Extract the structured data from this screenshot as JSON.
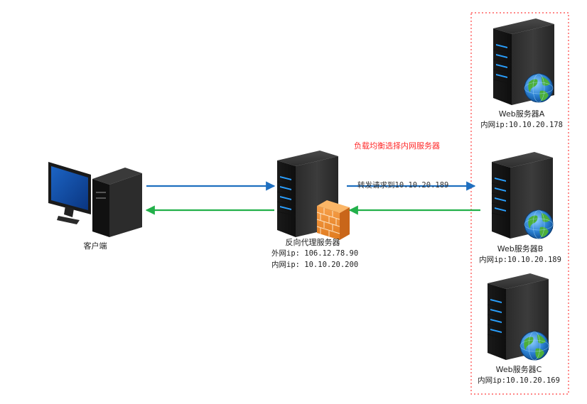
{
  "client": {
    "label": "客户端"
  },
  "proxy": {
    "title": "反向代理服务器",
    "external_ip": "外网ip: 106.12.78.90",
    "internal_ip": "内网ip: 10.10.20.200"
  },
  "annotations": {
    "load_balance": "负载均衡选择内网服务器",
    "forward": "转发请求到10.10.20.189"
  },
  "servers": [
    {
      "name": "Web服务器A",
      "ip": "内网ip:10.10.20.178"
    },
    {
      "name": "Web服务器B",
      "ip": "内网ip:10.10.20.189"
    },
    {
      "name": "Web服务器C",
      "ip": "内网ip:10.10.20.169"
    }
  ],
  "colors": {
    "request_arrow": "#1f6fbf",
    "response_arrow": "#22b04a",
    "group_border": "#ff4040"
  },
  "icons": [
    "computer-icon",
    "server-icon",
    "firewall-icon",
    "globe-icon"
  ]
}
